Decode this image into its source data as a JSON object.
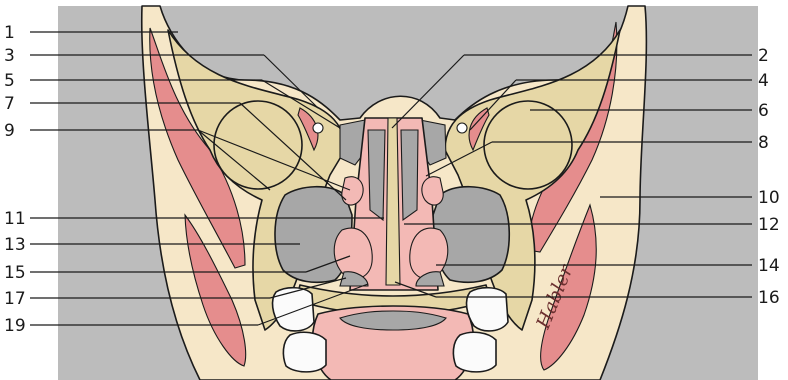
{
  "labels_left": [
    "1",
    "3",
    "5",
    "7",
    "9",
    "11",
    "13",
    "15",
    "17",
    "19"
  ],
  "labels_right": [
    "2",
    "4",
    "6",
    "8",
    "10",
    "12",
    "14",
    "16"
  ],
  "signature": "Habler",
  "colors": {
    "panel": "#bcbcbc",
    "skin": "#f6e7c8",
    "bone": "#e6d7a6",
    "muscle": "#e58d8d",
    "mucosa": "#f3b9b5",
    "air": "#a7a7a7",
    "tooth": "#fbfbfb"
  }
}
